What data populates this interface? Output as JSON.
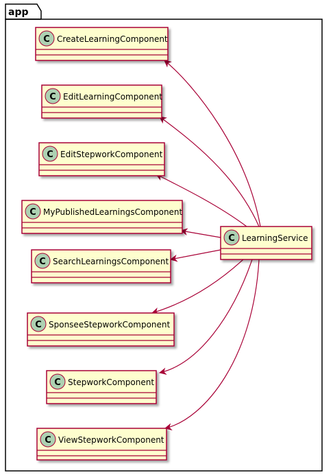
{
  "package": {
    "name": "app"
  },
  "stereotype_letter": "C",
  "colors": {
    "class_fill": "#FEFECE",
    "class_border": "#A80036",
    "badge_fill": "#ADD1B2",
    "arrow": "#A80036",
    "package_border": "#000000"
  },
  "service": {
    "name": "LearningService"
  },
  "components": [
    {
      "name": "CreateLearningComponent"
    },
    {
      "name": "EditLearningComponent"
    },
    {
      "name": "EditStepworkComponent"
    },
    {
      "name": "MyPublishedLearningsComponent"
    },
    {
      "name": "SearchLearningsComponent"
    },
    {
      "name": "SponseeStepworkComponent"
    },
    {
      "name": "StepworkComponent"
    },
    {
      "name": "ViewStepworkComponent"
    }
  ]
}
